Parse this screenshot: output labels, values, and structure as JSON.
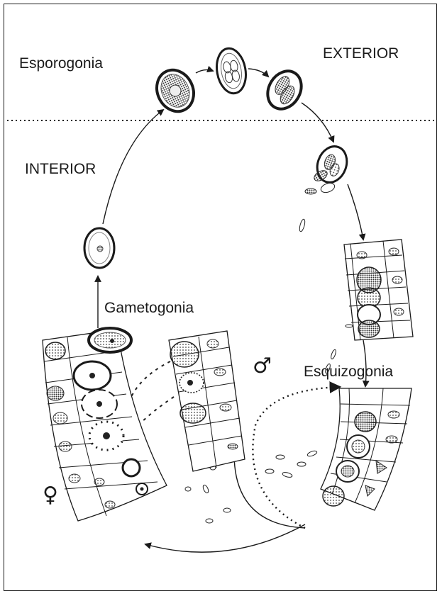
{
  "labels": {
    "exterior": "EXTERIOR",
    "interior": "INTERIOR",
    "esporogonia": "Esporogonia",
    "gametogonia": "Gametogonia",
    "esquizogonia": "Esquizogonia"
  },
  "symbols": {
    "male": "♂",
    "female": "♀"
  }
}
